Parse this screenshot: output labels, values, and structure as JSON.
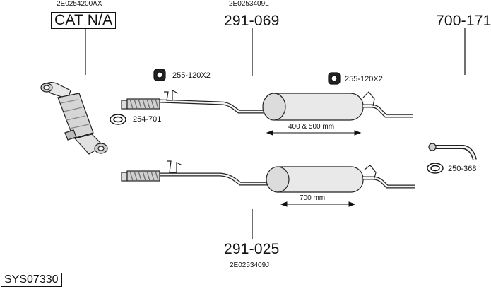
{
  "parts": {
    "catalyst": {
      "code": "2E0254200AX",
      "number": "CAT N/A"
    },
    "front_silencer_upper": {
      "code": "2E0253409L",
      "number": "291-069"
    },
    "tail_pipe": {
      "number": "700-171"
    },
    "front_silencer_lower": {
      "code": "2E0253409J",
      "number": "291-025"
    }
  },
  "accessories": {
    "clamp_kit_a": "255-120X2",
    "clamp_kit_b": "255-120X2",
    "gasket_a": "254-701",
    "gasket_b": "250-368"
  },
  "dimensions": {
    "upper_length": "400 & 500 mm",
    "lower_length": "700 mm"
  },
  "system_code": "SYS07330"
}
